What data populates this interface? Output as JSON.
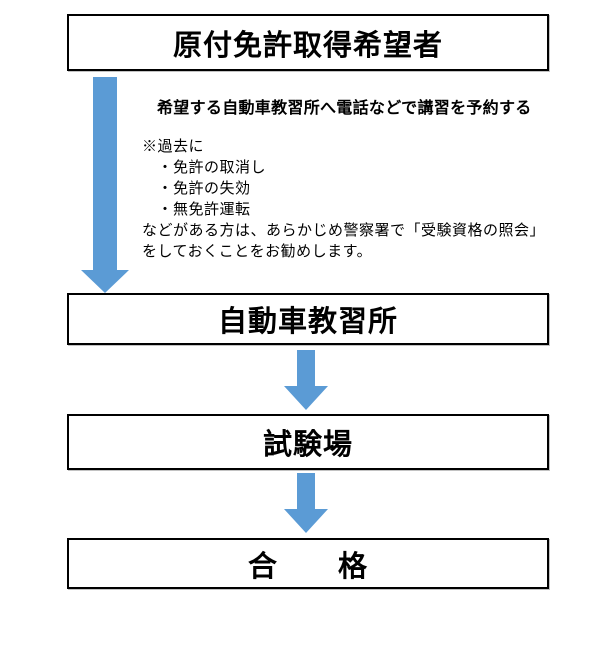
{
  "flow": {
    "steps": [
      {
        "label": "原付免許取得希望者"
      },
      {
        "label": "自動車教習所"
      },
      {
        "label": "試験場"
      },
      {
        "label": "合　　格"
      }
    ]
  },
  "notes": {
    "reserve": "希望する自動車教習所へ電話などで講習を予約する",
    "caution_lines": [
      "※過去に",
      "　・免許の取消し",
      "　・免許の失効",
      "　・無免許運転",
      "などがある方は、あらかじめ警察署で「受験資格の照会」",
      "をしておくことをお勧めします。"
    ]
  },
  "colors": {
    "arrow_fill": "#5B9BD5",
    "box_border": "#000000"
  }
}
